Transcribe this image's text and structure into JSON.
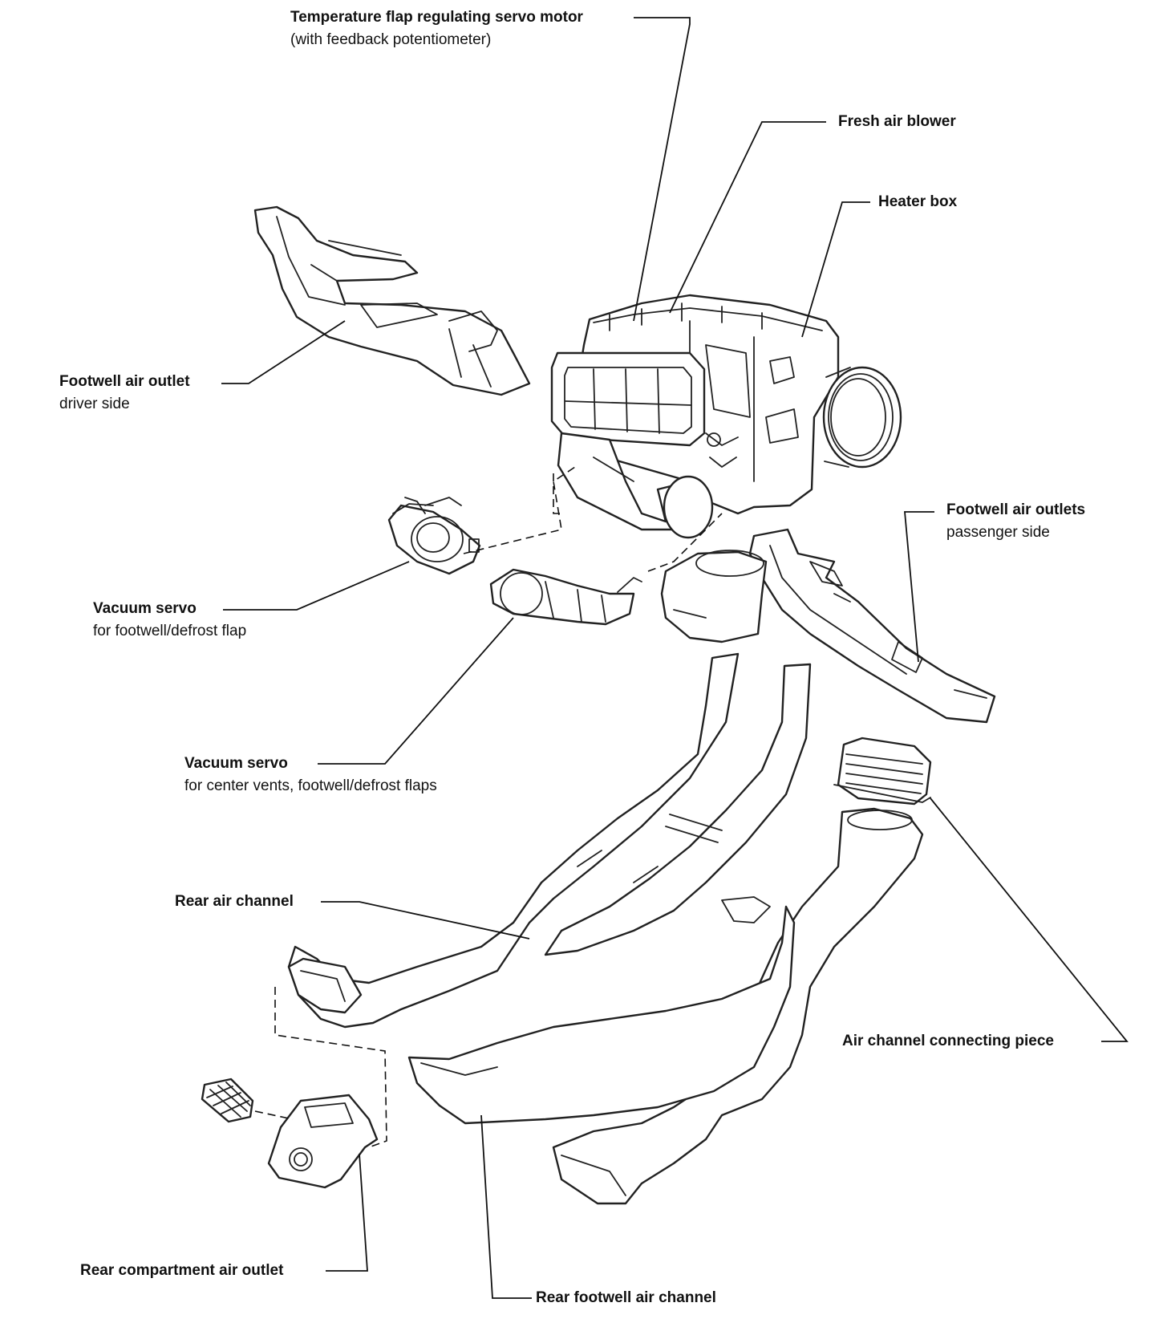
{
  "labels": {
    "temp_servo": {
      "main": "Temperature flap regulating servo motor",
      "sub": "(with feedback potentiometer)"
    },
    "fresh_blower": {
      "main": "Fresh air blower"
    },
    "heater_box": {
      "main": "Heater box"
    },
    "footwell_driver": {
      "main": "Footwell air outlet",
      "sub": "driver side"
    },
    "footwell_passenger": {
      "main": "Footwell air outlets",
      "sub": "passenger side"
    },
    "vac_servo_footwell": {
      "main": "Vacuum servo",
      "sub": "for footwell/defrost flap"
    },
    "vac_servo_center": {
      "main": "Vacuum servo",
      "sub": "for center vents, footwell/defrost flaps"
    },
    "rear_air_channel": {
      "main": "Rear air channel"
    },
    "connecting_piece": {
      "main": "Air channel connecting piece"
    },
    "rear_compartment": {
      "main": "Rear compartment air outlet"
    },
    "rear_footwell": {
      "main": "Rear footwell air channel"
    }
  }
}
